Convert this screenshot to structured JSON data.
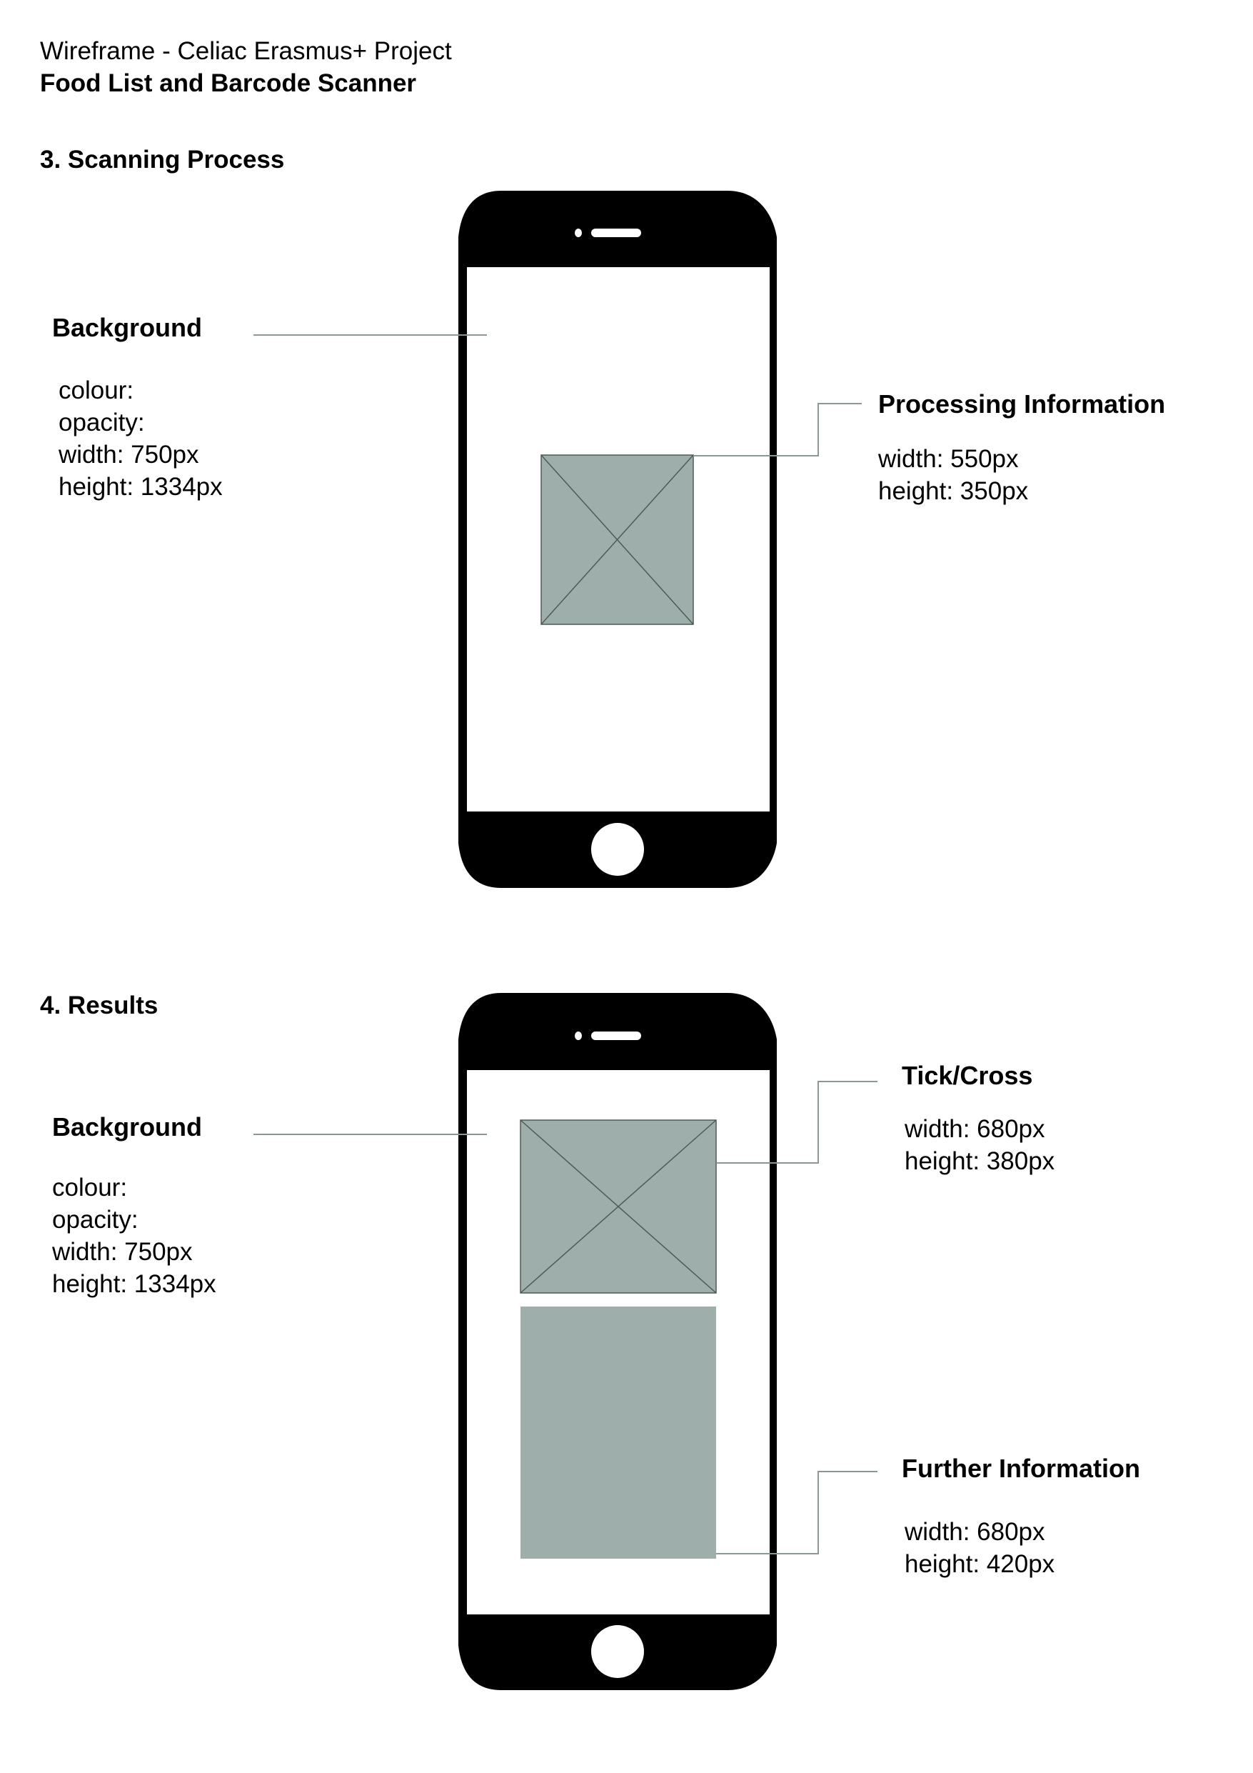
{
  "header": {
    "project_title": "Wireframe - Celiac Erasmus+ Project",
    "page_title": "Food List and Barcode Scanner"
  },
  "sections": [
    {
      "heading": "3. Scanning Process",
      "annotations": [
        {
          "title": "Background",
          "specs": [
            "colour:",
            "opacity:",
            "width: 750px",
            "height: 1334px"
          ]
        },
        {
          "title": "Processing Information",
          "specs": [
            "width: 550px",
            "height: 350px"
          ]
        }
      ]
    },
    {
      "heading": "4. Results",
      "annotations": [
        {
          "title": "Background",
          "specs": [
            "colour:",
            "opacity:",
            "width: 750px",
            "height: 1334px"
          ]
        },
        {
          "title": "Tick/Cross",
          "specs": [
            "width: 680px",
            "height: 380px"
          ]
        },
        {
          "title": "Further Information",
          "specs": [
            "width: 680px",
            "height: 420px"
          ]
        }
      ]
    }
  ],
  "colors": {
    "phone_body": "#000000",
    "placeholder_fill": "#9eafab",
    "placeholder_line": "#4f5a57",
    "leader_line": "#8a9896"
  }
}
